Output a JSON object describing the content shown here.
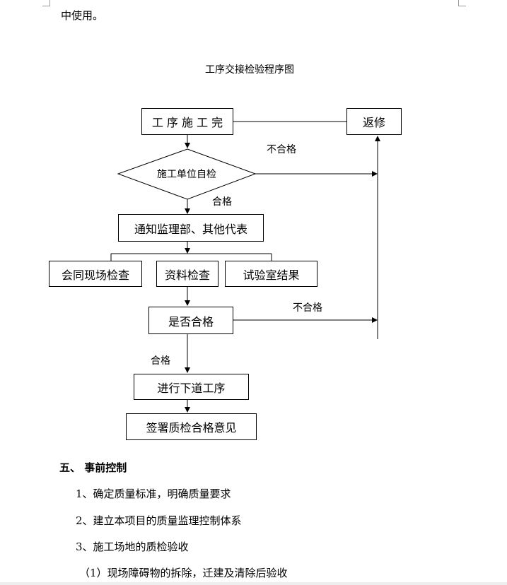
{
  "doc": {
    "intro_tail": "中使用。",
    "flow_title": "工序交接检验程序图"
  },
  "flowchart": {
    "step_complete": "工 序 施 工 完",
    "rework": "返修",
    "self_check": "施工单位自检",
    "fail_label_1": "不合格",
    "pass_label_1": "合格",
    "notify": "通知监理部、其他代表",
    "joint_inspect": "会同现场检查",
    "doc_check": "资料检查",
    "lab_results": "试验室结果",
    "qualified_q": "是否合格",
    "fail_label_2": "不合格",
    "pass_label_2": "合格",
    "next_step": "进行下道工序",
    "sign_opinion": "签署质检合格意见"
  },
  "section": {
    "heading": "五、 事前控制",
    "items": [
      "1、确定质量标准，明确质量要求",
      "2、建立本项目的质量监理控制体系",
      "3、施工场地的质检验收",
      "（1）现场障碍物的拆除，迁建及清除后验收"
    ]
  }
}
